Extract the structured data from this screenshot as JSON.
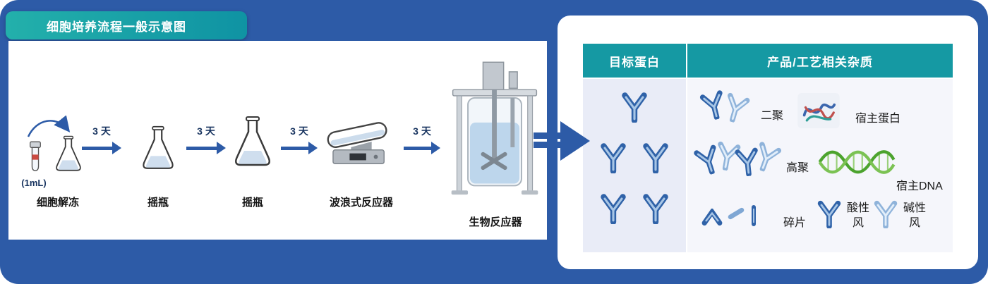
{
  "title": "细胞培养流程一般示意图",
  "flow": {
    "vial_volume": "(1mL)",
    "arrows": [
      "3 天",
      "3 天",
      "3 天",
      "3 天"
    ],
    "steps": [
      {
        "name": "细胞解冻"
      },
      {
        "name": "摇瓶"
      },
      {
        "name": "摇瓶"
      },
      {
        "name": "波浪式反应器"
      },
      {
        "name": "生物反应器"
      }
    ]
  },
  "table": {
    "headers": {
      "target": "目标蛋白",
      "impurities": "产品/工艺相关杂质"
    },
    "labels": {
      "dimer": "二聚",
      "host_protein": "宿主蛋白",
      "aggregate": "高聚",
      "host_dna": "宿主DNA",
      "fragment": "碎片",
      "acidic_variant": "酸性风",
      "basic_variant": "碱性风"
    }
  },
  "colors": {
    "background_blue": "#2d5ba7",
    "badge_teal": "#14a2a4",
    "header_teal": "#1599a3",
    "antibody_blue": "#2f62a8",
    "dna_green": "#4ca32e"
  }
}
